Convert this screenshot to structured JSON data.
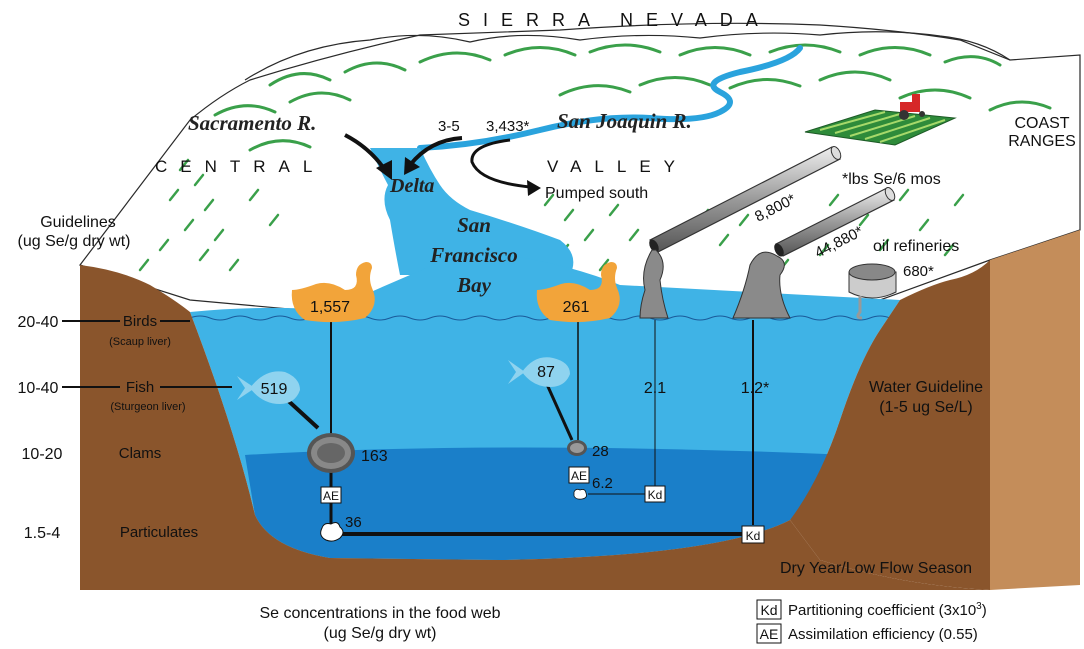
{
  "header": {
    "mountains": "SIERRA NEVADA",
    "coast": [
      "COAST",
      "RANGES"
    ]
  },
  "valley": {
    "left": "CENTRAL",
    "right": "VALLEY"
  },
  "rivers": {
    "sacramento": "Sacramento R.",
    "san_joaquin": "San Joaquin R."
  },
  "flows": {
    "sacramento_input": "3-5",
    "san_joaquin_input": "3,433*",
    "pumped": "Pumped south"
  },
  "places": {
    "delta": "Delta",
    "bay": [
      "San",
      "Francisco",
      "Bay"
    ]
  },
  "inputs": {
    "units_note": "*lbs Se/6 mos",
    "pipe1": "8,800*",
    "pipe2": "44,880*",
    "refineries": "oil refineries",
    "refineries_value": "680*"
  },
  "guidelines": {
    "title": [
      "Guidelines",
      "(ug Se/g dry wt)"
    ],
    "rows": [
      {
        "range": "20-40",
        "label": "Birds",
        "sub": "(Scaup liver)"
      },
      {
        "range": "10-40",
        "label": "Fish",
        "sub": "(Sturgeon liver)"
      },
      {
        "range": "10-20",
        "label": "Clams",
        "sub": ""
      },
      {
        "range": "1.5-4",
        "label": "Particulates",
        "sub": ""
      }
    ]
  },
  "food_web": {
    "left": {
      "bird": "1,557",
      "fish": "519",
      "clam": "163",
      "particulate": "36",
      "ae": "AE"
    },
    "right": {
      "bird": "261",
      "fish": "87",
      "clam": "28",
      "particulate": "6.2",
      "ae": "AE",
      "kd": "Kd",
      "water": "2.1"
    },
    "water_bay": "1.2*",
    "kd_bottom": "Kd"
  },
  "water_guideline": [
    "Water Guideline",
    "(1-5 ug Se/L)"
  ],
  "season": "Dry Year/Low Flow Season",
  "caption": [
    "Se concentrations in the food web",
    "(ug Se/g dry wt)"
  ],
  "legend": [
    {
      "key": "Kd",
      "text": "Partitioning coefficient (3x10",
      "sup": "3",
      "close": ")"
    },
    {
      "key": "AE",
      "text": "Assimilation efficiency (0.55)"
    }
  ],
  "colors": {
    "water_top": "#3fb3e6",
    "water_deep": "#1a7fc9",
    "soil": "#8a552c",
    "land_right": "#c48d5a",
    "bird": "#f2a43a",
    "fish": "#8fd3ef",
    "hill": "#3aa04a",
    "pipe": "#aaaaaa"
  }
}
